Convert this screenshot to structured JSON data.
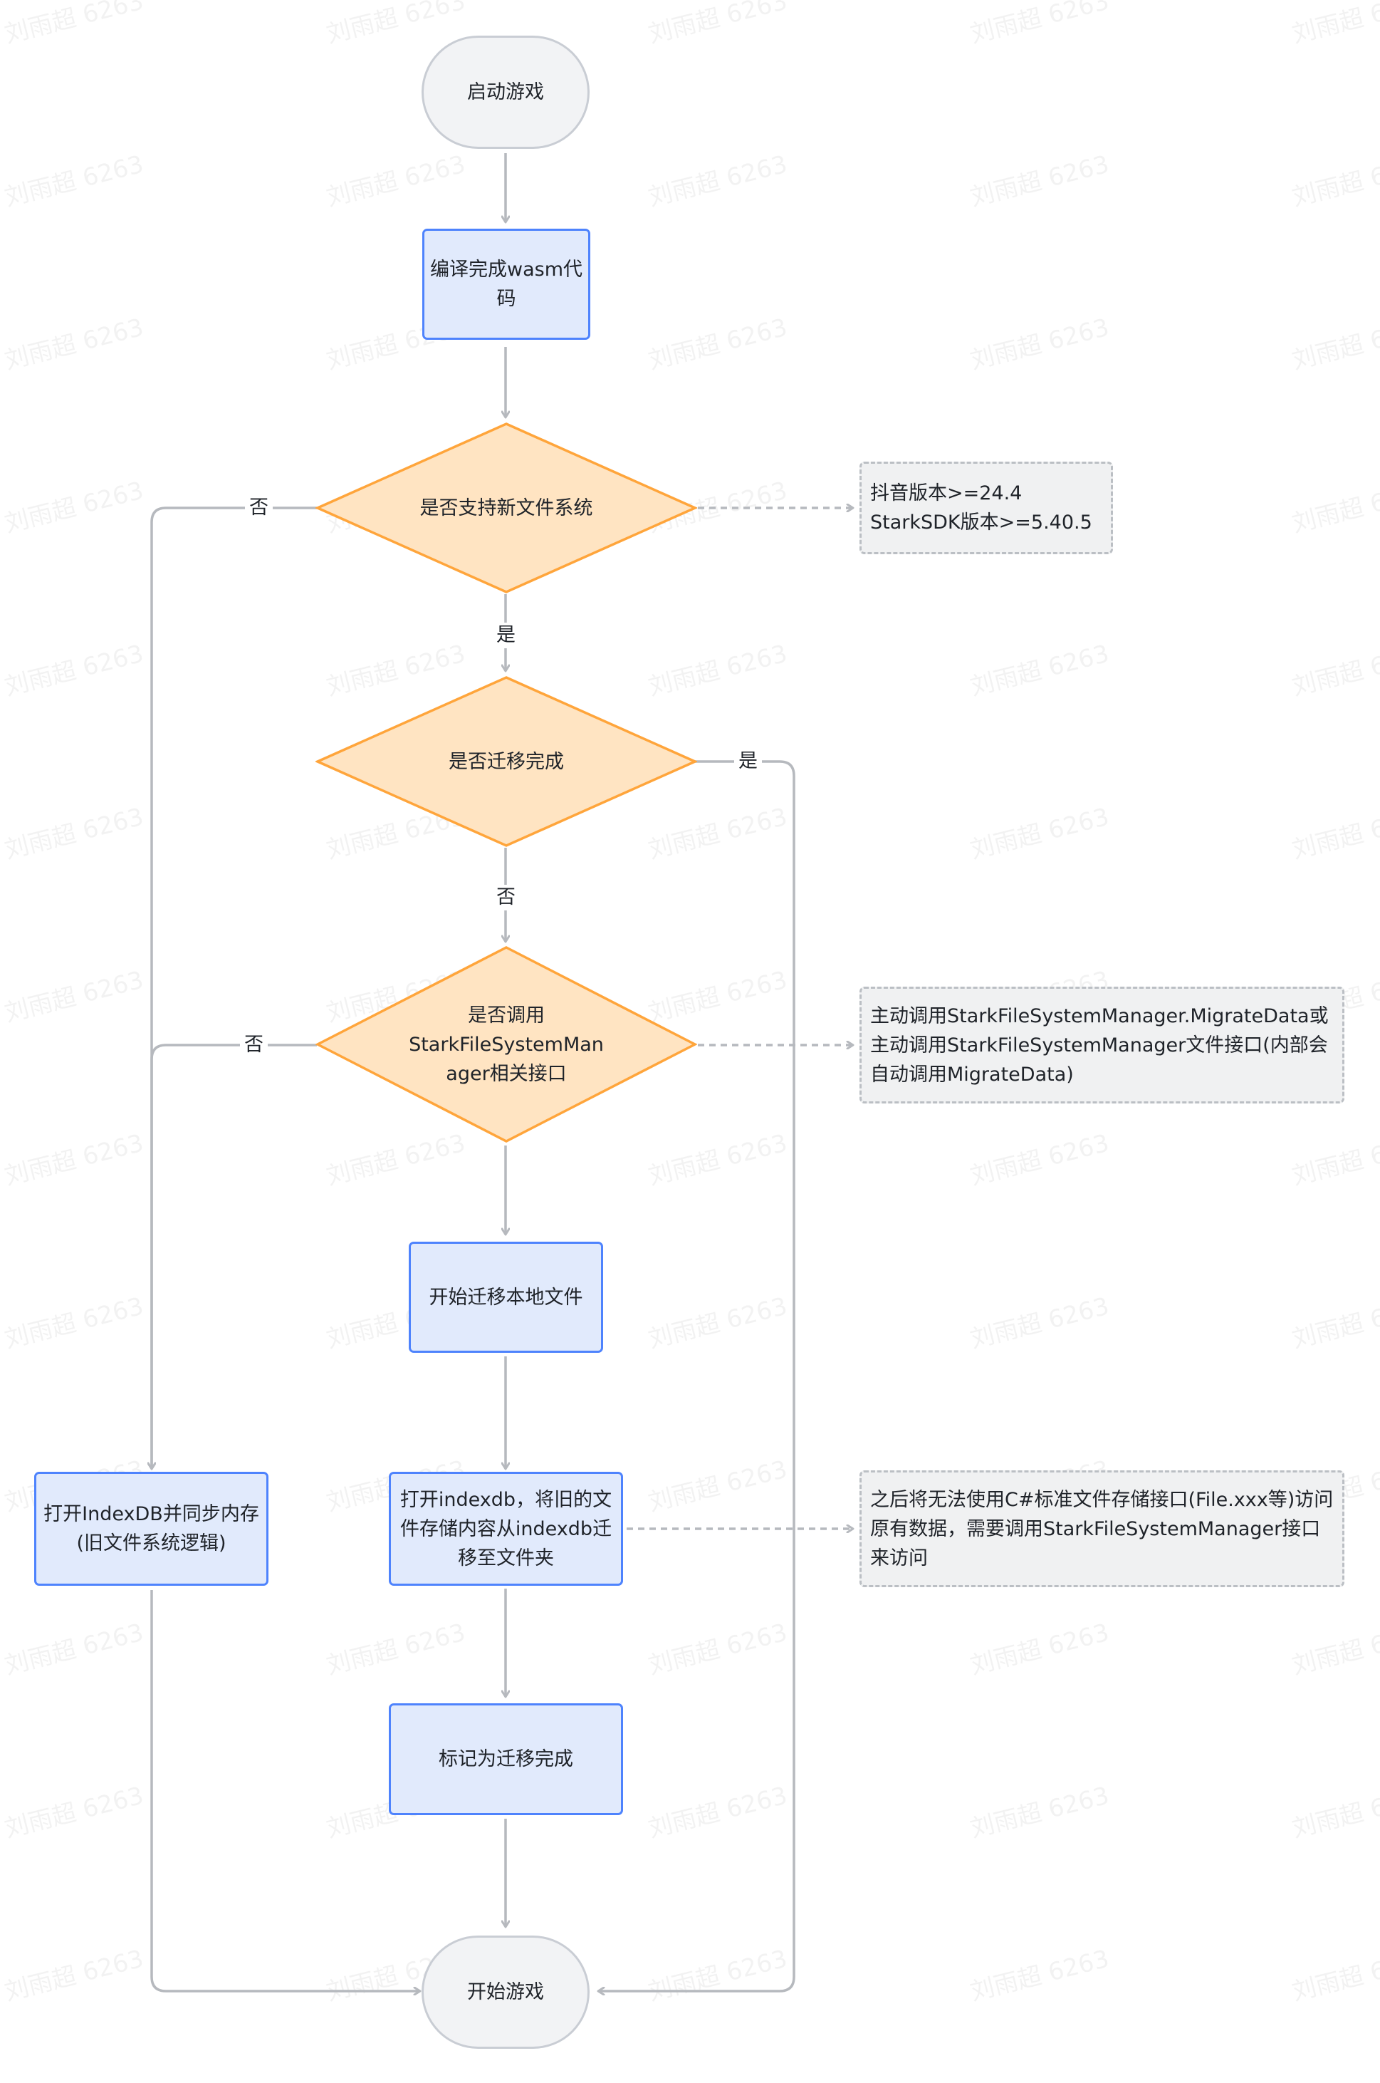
{
  "watermark": {
    "text": "刘雨超 6263"
  },
  "nodes": {
    "start": "启动游戏",
    "compile": "编译完成wasm代\n码",
    "support_new_fs": "是否支持新文件系统",
    "migration_done": "是否迁移完成",
    "called_api": "是否调用\nStarkFileSystemMan\nager相关接口",
    "begin_migrate": "开始迁移本地文件",
    "open_indexdb": "打开indexdb，将旧的文\n件存储内容从indexdb迁\n移至文件夹",
    "mark_done": "标记为迁移完成",
    "old_fs": "打开IndexDB并同步内存\n(旧文件系统逻辑)",
    "end": "开始游戏"
  },
  "notes": {
    "version": "抖音版本>=24.4\nStarkSDK版本>=5.40.5",
    "trigger": "主动调用StarkFileSystemManager.MigrateData或\n主动调用StarkFileSystemManager文件接口(内部会\n自动调用MigrateData)",
    "after": "之后将无法使用C#标准文件存储接口(File.xxx等)访问\n原有数据，需要调用StarkFileSystemManager接口\n来访问"
  },
  "edge_labels": {
    "support_no": "否",
    "support_yes": "是",
    "done_yes": "是",
    "done_no": "否",
    "api_no": "否"
  },
  "colors": {
    "process_fill": "#e1eafc",
    "process_border": "#4e83fd",
    "decision_fill": "#ffe4c2",
    "decision_border": "#ffa53b",
    "terminal_fill": "#f2f3f5",
    "terminal_border": "#c9cdd4",
    "note_fill": "#f0f1f2",
    "edge": "#b6b9be"
  }
}
